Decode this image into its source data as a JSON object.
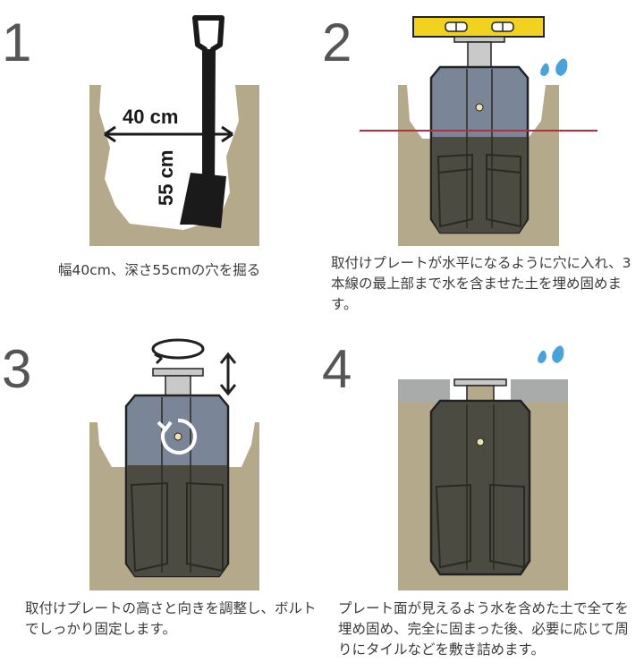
{
  "steps": [
    {
      "number": "1",
      "caption": "幅40cm、深さ55cmの穴を掘る",
      "labels": {
        "width": "40 cm",
        "depth": "55 cm"
      }
    },
    {
      "number": "2",
      "caption": "取付けプレートが水平になるように穴に入れ、3本線の最上部まで水を含ませた土を埋め固めます。"
    },
    {
      "number": "3",
      "caption": "取付けプレートの高さと向きを調整し、ボルトでしっかり固定します。"
    },
    {
      "number": "4",
      "caption": "プレート面が見えるよう水を含めた土で全てを埋め固め、完全に固まった後、必要に応じて周りにタイルなどを敷き詰めます。"
    }
  ],
  "colors": {
    "soil": "#b4a98b",
    "hole_white": "#ffffff",
    "container_blue": "#7a8697",
    "container_dark": "#4c4b41",
    "outline": "#222222",
    "level_yellow": "#f1d21e",
    "water_blue": "#4aa3d8",
    "guide_line_red": "#b03040",
    "paving_grey": "#a9aaaa"
  },
  "icons": [
    "shovel-icon",
    "water-drops-icon",
    "spirit-level-icon",
    "rotate-arrow-icon",
    "up-down-arrow-icon"
  ]
}
